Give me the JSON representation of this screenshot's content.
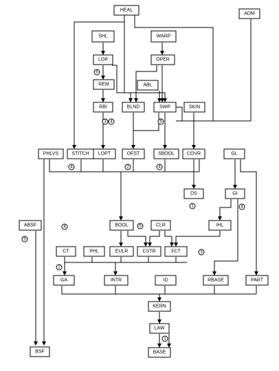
{
  "modules": {
    "heal": "HEAL",
    "adm": "ADM",
    "shl": "SHL",
    "warp": "WARP",
    "lop": "LOP",
    "oper": "OPER",
    "rem": "REM",
    "abl": "ABL",
    "rbi": "RBI",
    "blnd": "BLND",
    "swp": "SWP",
    "skin": "SKIN",
    "phlvs": "PHLVS",
    "stitch": "STITCH",
    "lopt": "LOPT",
    "ofst": "OFST",
    "sbool": "SBOOL",
    "covr": "COVR",
    "gl": "GL",
    "ds": "DS",
    "gi": "GI",
    "absf": "ABSF",
    "bool": "BOOL",
    "clr": "CLR",
    "ihl": "IHL",
    "ct": "CT",
    "phl": "PHL",
    "eulr": "EULR",
    "cstr": "CSTR",
    "fct": "FCT",
    "ga": "GA",
    "intr": "INTR",
    "id": "ID",
    "rbase": "RBASE",
    "part": "PART",
    "kern": "KERN",
    "law": "LAW",
    "bsf": "BSF",
    "base": "BASE"
  },
  "markers": {
    "rem_6": "6",
    "rbi_3": "3",
    "rbi_4": "4",
    "swp_6": "6",
    "stitch_4": "4",
    "ofst_2": "2",
    "sbool_4": "4",
    "ds_1": "1",
    "gi_4": "4",
    "absf_5": "5",
    "bool_5": "5",
    "ct_4": "4",
    "rbase_3": "3",
    "ga_2": "2",
    "base_1": "1"
  }
}
